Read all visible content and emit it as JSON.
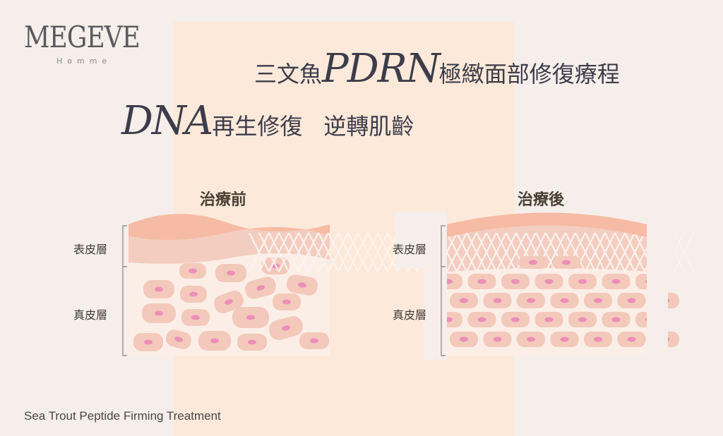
{
  "logo": {
    "brand": "MEGEVE",
    "sub": "Homme"
  },
  "headline": {
    "prefix": "三文魚",
    "brand_word": "PDRN",
    "suffix": "極緻面部修復療程"
  },
  "subheadline": {
    "brand_word": "DNA",
    "text1": "再生修復",
    "text2": "逆轉肌齡"
  },
  "before": {
    "caption": "治療前",
    "epidermis": "表皮層",
    "dermis": "真皮層"
  },
  "after": {
    "caption": "治療後",
    "epidermis": "表皮層",
    "dermis": "真皮層"
  },
  "footer": "Sea Trout Peptide Firming Treatment",
  "colors": {
    "band": "#fde9da",
    "cell": "#f3c9bb",
    "nucleus": "#ec8fb8",
    "epi": "#f6bba4",
    "epi2": "#f3cdc0",
    "dermis": "#fbeee6"
  }
}
